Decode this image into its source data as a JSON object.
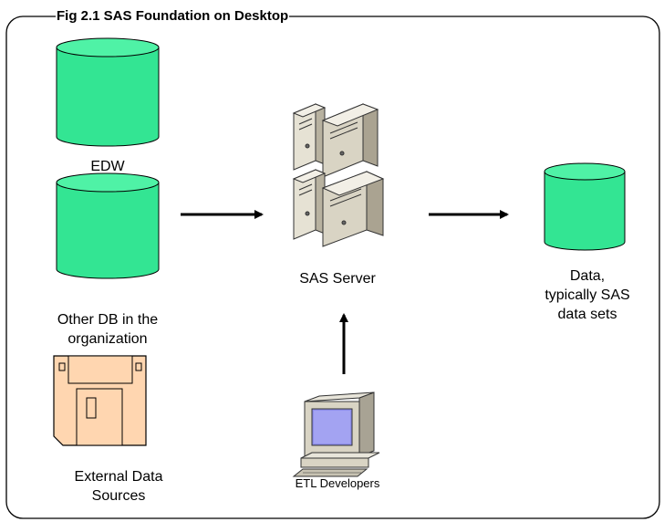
{
  "figure": {
    "title": "Fig 2.1 SAS Foundation on Desktop"
  },
  "colors": {
    "cylinder": "#33e593",
    "cylinder_edge": "#000000",
    "floppy": "#ffd6b0",
    "server": "#d9d4c4",
    "monitor_screen": "#8e8eea",
    "arrow": "#000000"
  },
  "nodes": {
    "edw": {
      "label": "EDW",
      "icon": "database-icon"
    },
    "other_db": {
      "label_line1": "Other DB in the",
      "label_line2": "organization",
      "icon": "database-icon"
    },
    "external": {
      "label_line1": "External Data",
      "label_line2": "Sources",
      "icon": "floppy-disk-icon"
    },
    "server": {
      "label": "SAS Server",
      "icon": "server-tower-icon"
    },
    "output": {
      "label_line1": "Data,",
      "label_line2": "typically SAS",
      "label_line3": "data sets",
      "icon": "database-icon"
    },
    "etl": {
      "label": "ETL Developers",
      "icon": "desktop-computer-icon"
    }
  }
}
